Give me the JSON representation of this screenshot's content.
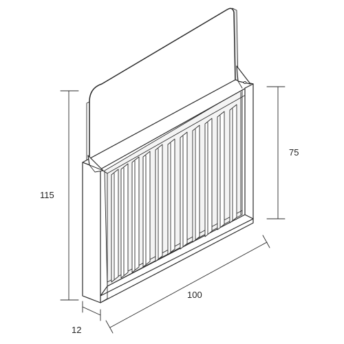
{
  "dimensions": {
    "height_total": "115",
    "height_box": "75",
    "width": "100",
    "depth": "12"
  }
}
